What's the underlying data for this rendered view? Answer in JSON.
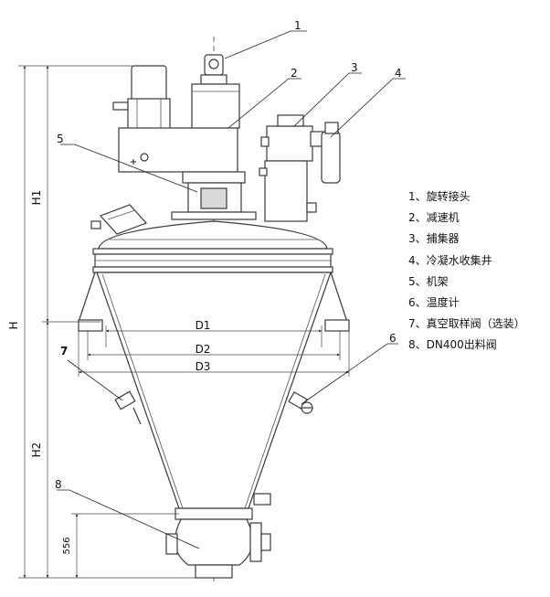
{
  "callouts": [
    "1",
    "2",
    "3",
    "4",
    "5",
    "6",
    "7",
    "8"
  ],
  "legend": [
    "1、旋转接头",
    "2、减速机",
    "3、捕集器",
    "4、冷凝水收集井",
    "5、机架",
    "6、温度计",
    "7、真空取样阀（选装）",
    "8、DN400出料阀"
  ],
  "dimensions": {
    "H": "H",
    "H1": "H1",
    "H2": "H2",
    "D1": "D1",
    "D2": "D2",
    "D3": "D3",
    "bottom": "556"
  }
}
